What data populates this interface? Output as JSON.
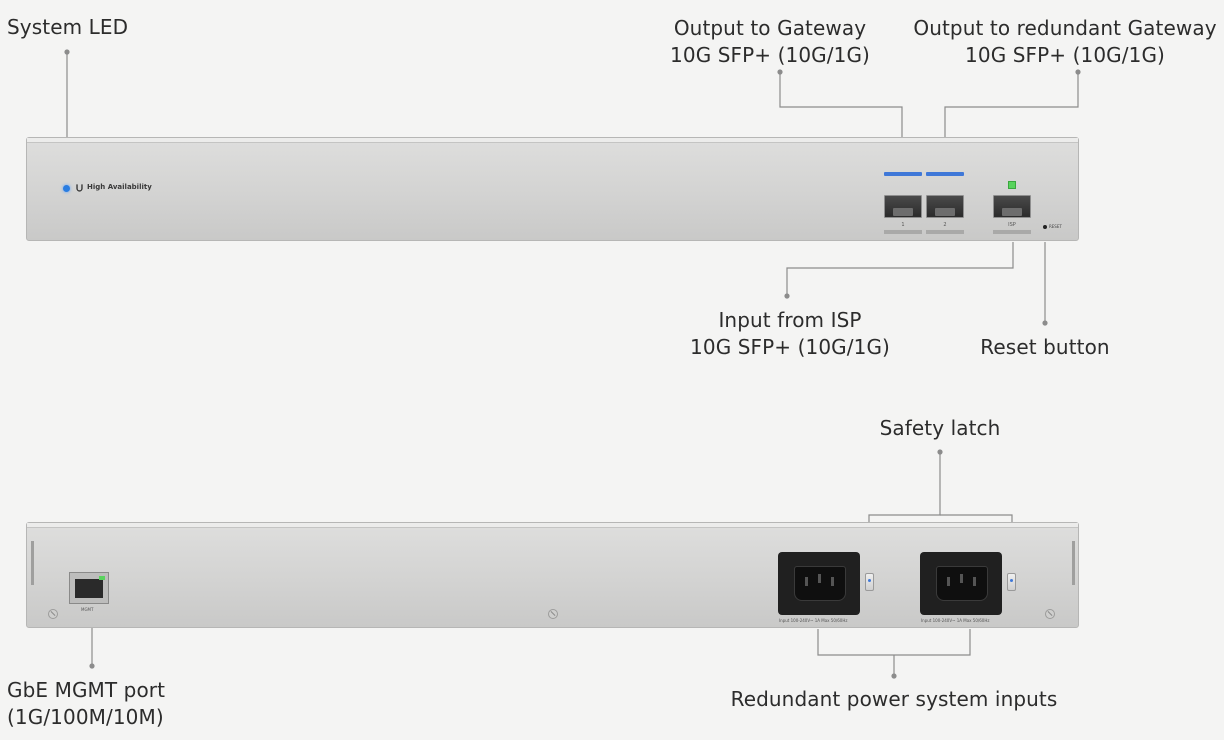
{
  "callouts": {
    "system_led": [
      "System LED"
    ],
    "output_gateway": [
      "Output to Gateway",
      "10G SFP+ (10G/1G)"
    ],
    "output_redundant": [
      "Output to redundant Gateway",
      "10G SFP+ (10G/1G)"
    ],
    "input_isp": [
      "Input from ISP",
      "10G SFP+ (10G/1G)"
    ],
    "reset": [
      "Reset button"
    ],
    "safety_latch": [
      "Safety latch"
    ],
    "mgmt_port": [
      "GbE MGMT port",
      "(1G/100M/10M)"
    ],
    "power_inputs": [
      "Redundant power system inputs"
    ]
  },
  "device_labels": {
    "brand": "High Availability",
    "port1": "1",
    "port2": "2",
    "isp": "ISP",
    "reset": "RESET",
    "mgmt": "MGMT",
    "power": "Input 100-240V~ 1A Max 50/60Hz"
  },
  "colors": {
    "accent_blue": "#3f78d8",
    "led_green": "#58d35c",
    "leader_line": "#8c8c8c"
  }
}
